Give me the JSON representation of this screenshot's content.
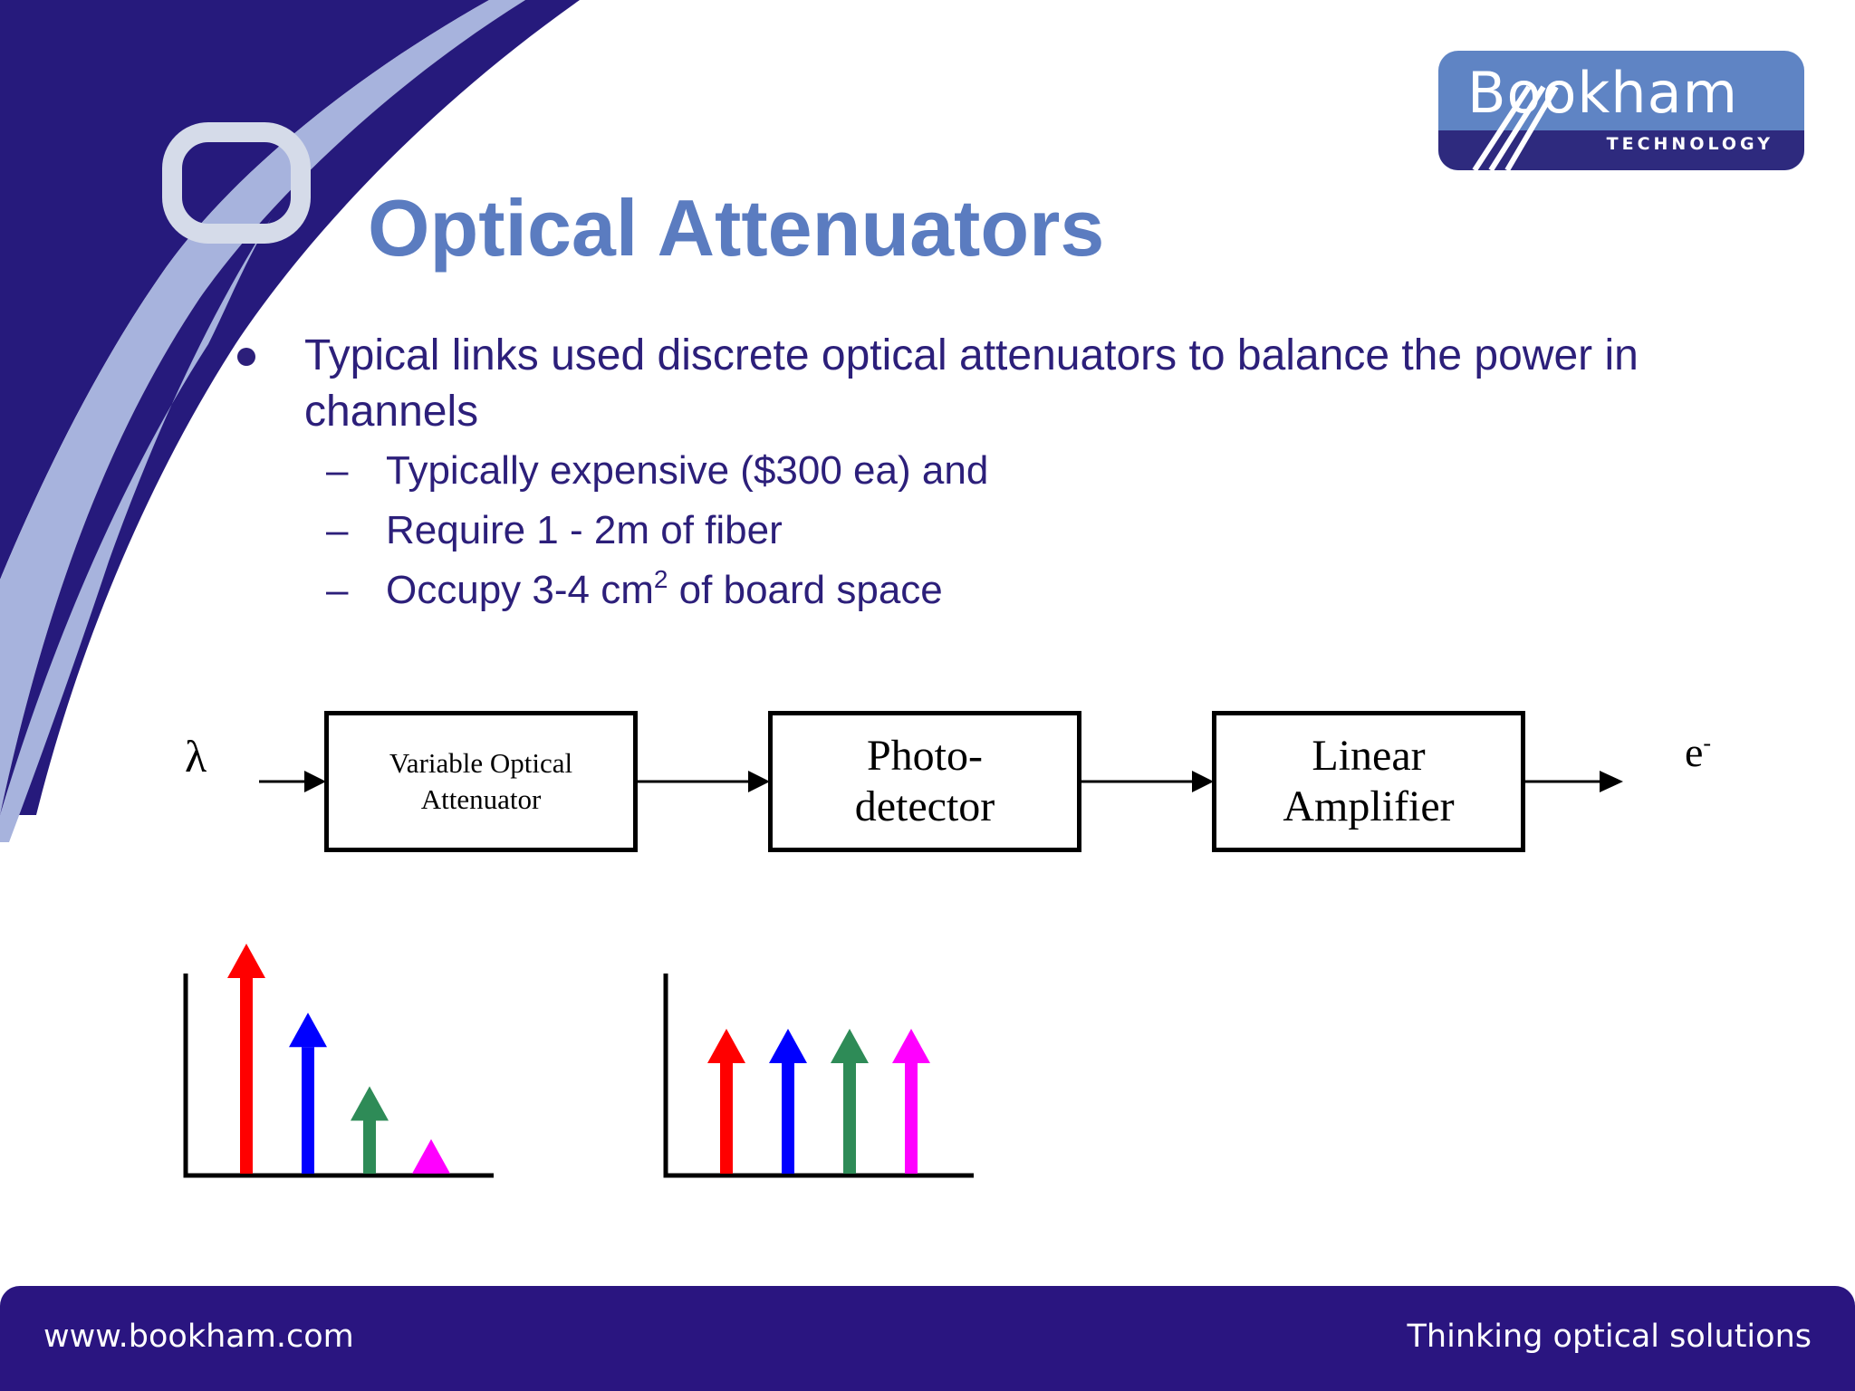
{
  "colors": {
    "brand_dark": "#2a1580",
    "brand_light": "#5b7cc0",
    "swoosh_light": "#a5b2dc",
    "ch1": "#ff0000",
    "ch2": "#0000ff",
    "ch3": "#2e8b57",
    "ch4": "#ff00ff"
  },
  "logo": {
    "word": "Bookham",
    "tagline": "TECHNOLOGY"
  },
  "slide": {
    "title": "Optical Attenuators",
    "bullet": "Typical links used discrete optical attenuators to balance the power in channels",
    "sub_items": [
      {
        "dash": "–",
        "text": "Typically expensive ($300 ea) and"
      },
      {
        "dash": "–",
        "text": "Require 1 - 2m of fiber"
      },
      {
        "dash": "–",
        "text": "Occupy 3-4 cm",
        "sup": "2",
        "tail": " of board space"
      }
    ]
  },
  "diagram": {
    "input_symbol": "λ",
    "output_symbol": "e",
    "output_sup": "-",
    "blocks": [
      {
        "line1": "Variable Optical",
        "line2": "Attenuator"
      },
      {
        "line1": "Photo-",
        "line2": "detector"
      },
      {
        "line1": "Linear",
        "line2": "Amplifier"
      }
    ]
  },
  "spectra": {
    "before": [
      1.0,
      0.7,
      0.38,
      0.15
    ],
    "after": [
      0.63,
      0.63,
      0.63,
      0.63
    ]
  },
  "footer": {
    "url": "www.bookham.com",
    "slogan": "Thinking optical solutions"
  }
}
